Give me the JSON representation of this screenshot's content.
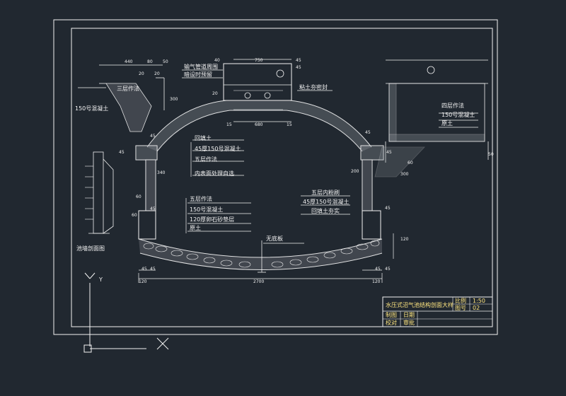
{
  "drawing": {
    "dimensions": {
      "top_440": "440",
      "top_80": "80",
      "top_50": "50",
      "top_20a": "20",
      "top_20b": "20",
      "top_750": "750",
      "top_40": "40",
      "top_45a": "45",
      "top_45b": "45",
      "top_20c": "20",
      "top_680": "680",
      "top_15a": "15",
      "top_15b": "15",
      "left_300": "300",
      "left_45a": "45",
      "left_45b": "45",
      "left_340": "340",
      "left_60a": "60",
      "left_60b": "60",
      "left_45c": "45",
      "left_45d": "45",
      "right_45a": "45",
      "right_45b": "45",
      "right_45c": "45",
      "right_45d": "45",
      "right_300": "300",
      "right_200": "200",
      "right_60": "60",
      "right_50": "50",
      "right_120": "120",
      "bottom_2700": "2700",
      "bottom_120a": "120",
      "bottom_120b": "120",
      "bottom_45a": "45",
      "bottom_45b": "45"
    },
    "notes": {
      "gas_pipe_1": "输气管道周围",
      "gas_pipe_2": "暗设时预留",
      "clay_seal": "粘土夯密封",
      "layer3": "三层作法",
      "concrete150_left": "150号混凝土",
      "backfill": "回填土",
      "c45_150": "45厚150号混凝土",
      "layer5_a": "五层作法",
      "inner_surface": "内表面处理自选",
      "layer5_b": "五层作法",
      "concrete150_b": "150号混凝土",
      "gravel120": "120厚卵石砂垫层",
      "raw_soil_a": "原土",
      "no_bottom": "无底板",
      "layer4": "四层作法",
      "concrete150_c": "150号混凝土",
      "raw_soil_b": "原土",
      "layer5_inner": "五层内粉刷",
      "c45_150_b": "45厚150号混凝土",
      "backfill_tamp": "回填土夯实",
      "wall_section": "池墙剖面图"
    },
    "title_block": {
      "title": "水压式沼气池结构剖面大样",
      "scale_label": "比例",
      "scale_value": "1:50",
      "sheet_label": "图号",
      "sheet_value": "02",
      "drawn_label": "制图",
      "drawn_value": "日期",
      "check_label": "校对",
      "check_value": "审批"
    }
  },
  "ucs": {
    "y_label": "Y"
  }
}
